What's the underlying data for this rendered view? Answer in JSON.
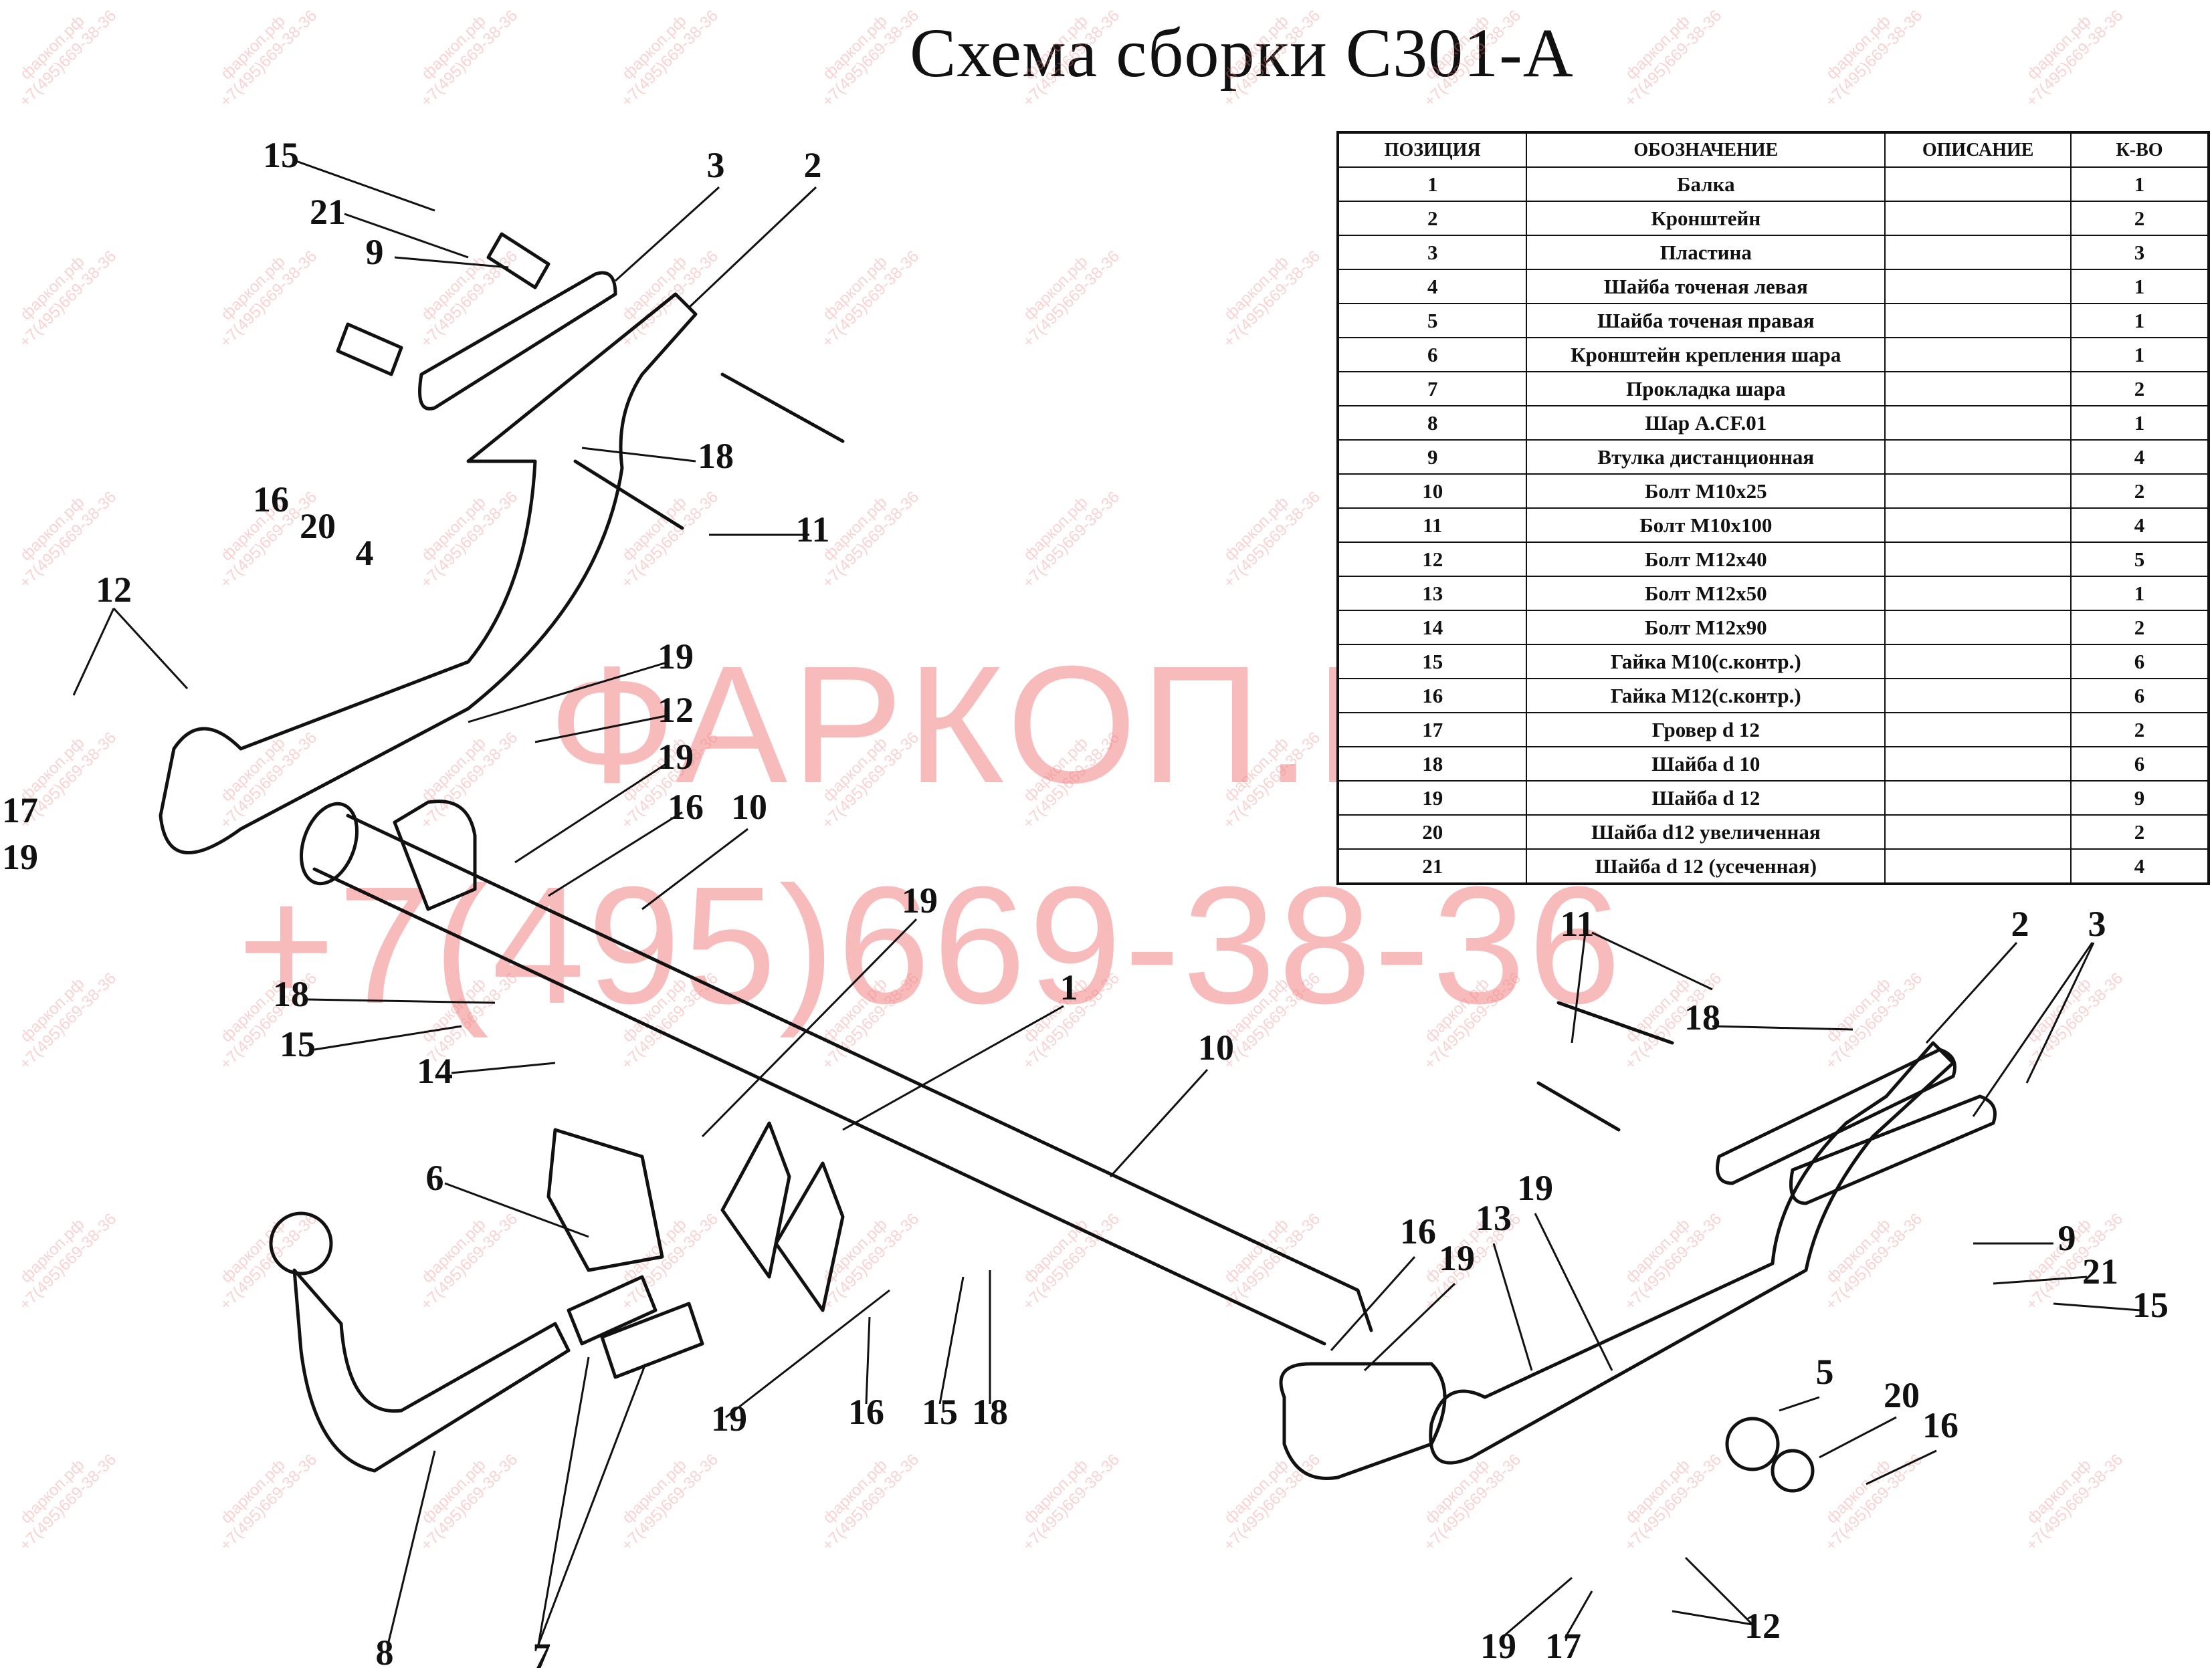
{
  "title": "Схема сборки С301-А",
  "watermark": {
    "site": "ФАРКОП.РФ",
    "phone": "+7(495)669-38-36",
    "tile_site": "фаркоп.рф",
    "tile_phone": "+7(495)669-38-36",
    "color": "#f06a6a"
  },
  "table": {
    "headers": [
      "ПОЗИЦИЯ",
      "ОБОЗНАЧЕНИЕ",
      "ОПИСАНИЕ",
      "К-ВО"
    ],
    "rows": [
      {
        "pos": "1",
        "name": "Балка",
        "desc": "",
        "qty": "1"
      },
      {
        "pos": "2",
        "name": "Кронштейн",
        "desc": "",
        "qty": "2"
      },
      {
        "pos": "3",
        "name": "Пластина",
        "desc": "",
        "qty": "3"
      },
      {
        "pos": "4",
        "name": "Шайба точеная левая",
        "desc": "",
        "qty": "1"
      },
      {
        "pos": "5",
        "name": "Шайба точеная правая",
        "desc": "",
        "qty": "1"
      },
      {
        "pos": "6",
        "name": "Кронштейн крепления шара",
        "desc": "",
        "qty": "1"
      },
      {
        "pos": "7",
        "name": "Прокладка шара",
        "desc": "",
        "qty": "2"
      },
      {
        "pos": "8",
        "name": "Шар A.CF.01",
        "desc": "",
        "qty": "1"
      },
      {
        "pos": "9",
        "name": "Втулка дистанционная",
        "desc": "",
        "qty": "4"
      },
      {
        "pos": "10",
        "name": "Болт М10х25",
        "desc": "",
        "qty": "2"
      },
      {
        "pos": "11",
        "name": "Болт М10х100",
        "desc": "",
        "qty": "4"
      },
      {
        "pos": "12",
        "name": "Болт М12х40",
        "desc": "",
        "qty": "5"
      },
      {
        "pos": "13",
        "name": "Болт М12х50",
        "desc": "",
        "qty": "1"
      },
      {
        "pos": "14",
        "name": "Болт М12х90",
        "desc": "",
        "qty": "2"
      },
      {
        "pos": "15",
        "name": "Гайка  М10(с.контр.)",
        "desc": "",
        "qty": "6"
      },
      {
        "pos": "16",
        "name": "Гайка М12(с.контр.)",
        "desc": "",
        "qty": "6"
      },
      {
        "pos": "17",
        "name": "Гровер d 12",
        "desc": "",
        "qty": "2"
      },
      {
        "pos": "18",
        "name": "Шайба d 10",
        "desc": "",
        "qty": "6"
      },
      {
        "pos": "19",
        "name": "Шайба d 12",
        "desc": "",
        "qty": "9"
      },
      {
        "pos": "20",
        "name": "Шайба d12 увеличенная",
        "desc": "",
        "qty": "2"
      },
      {
        "pos": "21",
        "name": "Шайба d 12 (усеченная)",
        "desc": "",
        "qty": "4"
      }
    ]
  },
  "callouts": [
    {
      "id": "c15a",
      "text": "15"
    },
    {
      "id": "c21a",
      "text": "21"
    },
    {
      "id": "c9a",
      "text": "9"
    },
    {
      "id": "c3a",
      "text": "3"
    },
    {
      "id": "c2a",
      "text": "2"
    },
    {
      "id": "c18a",
      "text": "18"
    },
    {
      "id": "c11a",
      "text": "11"
    },
    {
      "id": "c16a",
      "text": "16"
    },
    {
      "id": "c20a",
      "text": "20"
    },
    {
      "id": "c4a",
      "text": "4"
    },
    {
      "id": "c12a",
      "text": "12"
    },
    {
      "id": "c19a",
      "text": "19"
    },
    {
      "id": "c12b",
      "text": "12"
    },
    {
      "id": "c19b",
      "text": "19"
    },
    {
      "id": "c17a",
      "text": "17"
    },
    {
      "id": "c19c",
      "text": "19"
    },
    {
      "id": "c16b",
      "text": "16"
    },
    {
      "id": "c10a",
      "text": "10"
    },
    {
      "id": "c19d",
      "text": "19"
    },
    {
      "id": "c18b",
      "text": "18"
    },
    {
      "id": "c15b",
      "text": "15"
    },
    {
      "id": "c14a",
      "text": "14"
    },
    {
      "id": "c1a",
      "text": "1"
    },
    {
      "id": "c10b",
      "text": "10"
    },
    {
      "id": "c6a",
      "text": "6"
    },
    {
      "id": "c19e",
      "text": "19"
    },
    {
      "id": "c16c",
      "text": "16"
    },
    {
      "id": "c15c",
      "text": "15"
    },
    {
      "id": "c18c",
      "text": "18"
    },
    {
      "id": "c8a",
      "text": "8"
    },
    {
      "id": "c7a",
      "text": "7"
    },
    {
      "id": "c11b",
      "text": "11"
    },
    {
      "id": "c2b",
      "text": "2"
    },
    {
      "id": "c3b",
      "text": "3"
    },
    {
      "id": "c18d",
      "text": "18"
    },
    {
      "id": "c19f",
      "text": "19"
    },
    {
      "id": "c16d",
      "text": "16"
    },
    {
      "id": "c19g",
      "text": "19"
    },
    {
      "id": "c13a",
      "text": "13"
    },
    {
      "id": "c9b",
      "text": "9"
    },
    {
      "id": "c21b",
      "text": "21"
    },
    {
      "id": "c15d",
      "text": "15"
    },
    {
      "id": "c5a",
      "text": "5"
    },
    {
      "id": "c20b",
      "text": "20"
    },
    {
      "id": "c16e",
      "text": "16"
    },
    {
      "id": "c12c",
      "text": "12"
    },
    {
      "id": "c19h",
      "text": "19"
    },
    {
      "id": "c17b",
      "text": "17"
    }
  ]
}
